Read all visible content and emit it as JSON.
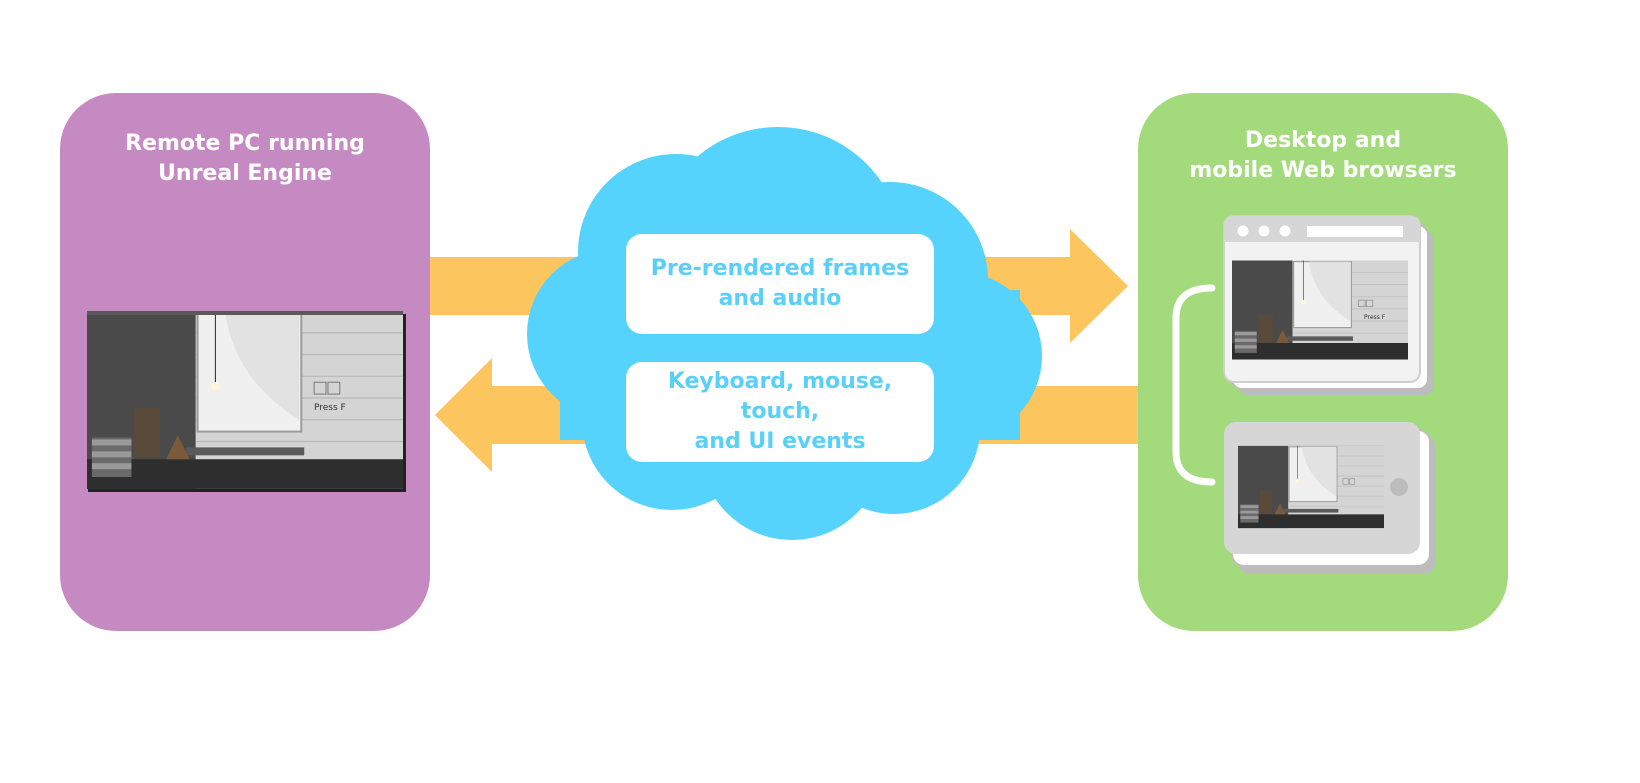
{
  "colors": {
    "remote_panel": "#c68ac3",
    "browser_panel": "#a3da7b",
    "cloud": "#55d3fc",
    "arrow": "#fdc55e",
    "message_text": "#5ad0f9",
    "device_frame": "#d6d6d6",
    "device_border": "#bdbdbd"
  },
  "remote_pc": {
    "title_line1": "Remote PC running",
    "title_line2": "Unreal Engine",
    "screen_icon": "unreal-scene-screenshot",
    "scene_label": "Press F"
  },
  "browsers": {
    "title_line1": "Desktop and",
    "title_line2": "mobile Web browsers",
    "desktop_icon": "browser-window-icon",
    "mobile_icon": "tablet-icon",
    "bracket_icon": "bracket-icon",
    "scene_label": "Press F"
  },
  "cloud": {
    "icon": "cloud-icon",
    "outgoing": {
      "line1": "Pre-rendered frames",
      "line2": "and audio",
      "arrow_icon": "arrow-right-icon"
    },
    "incoming": {
      "line1": "Keyboard, mouse, touch,",
      "line2": "and UI events",
      "arrow_icon": "arrow-left-icon"
    }
  }
}
